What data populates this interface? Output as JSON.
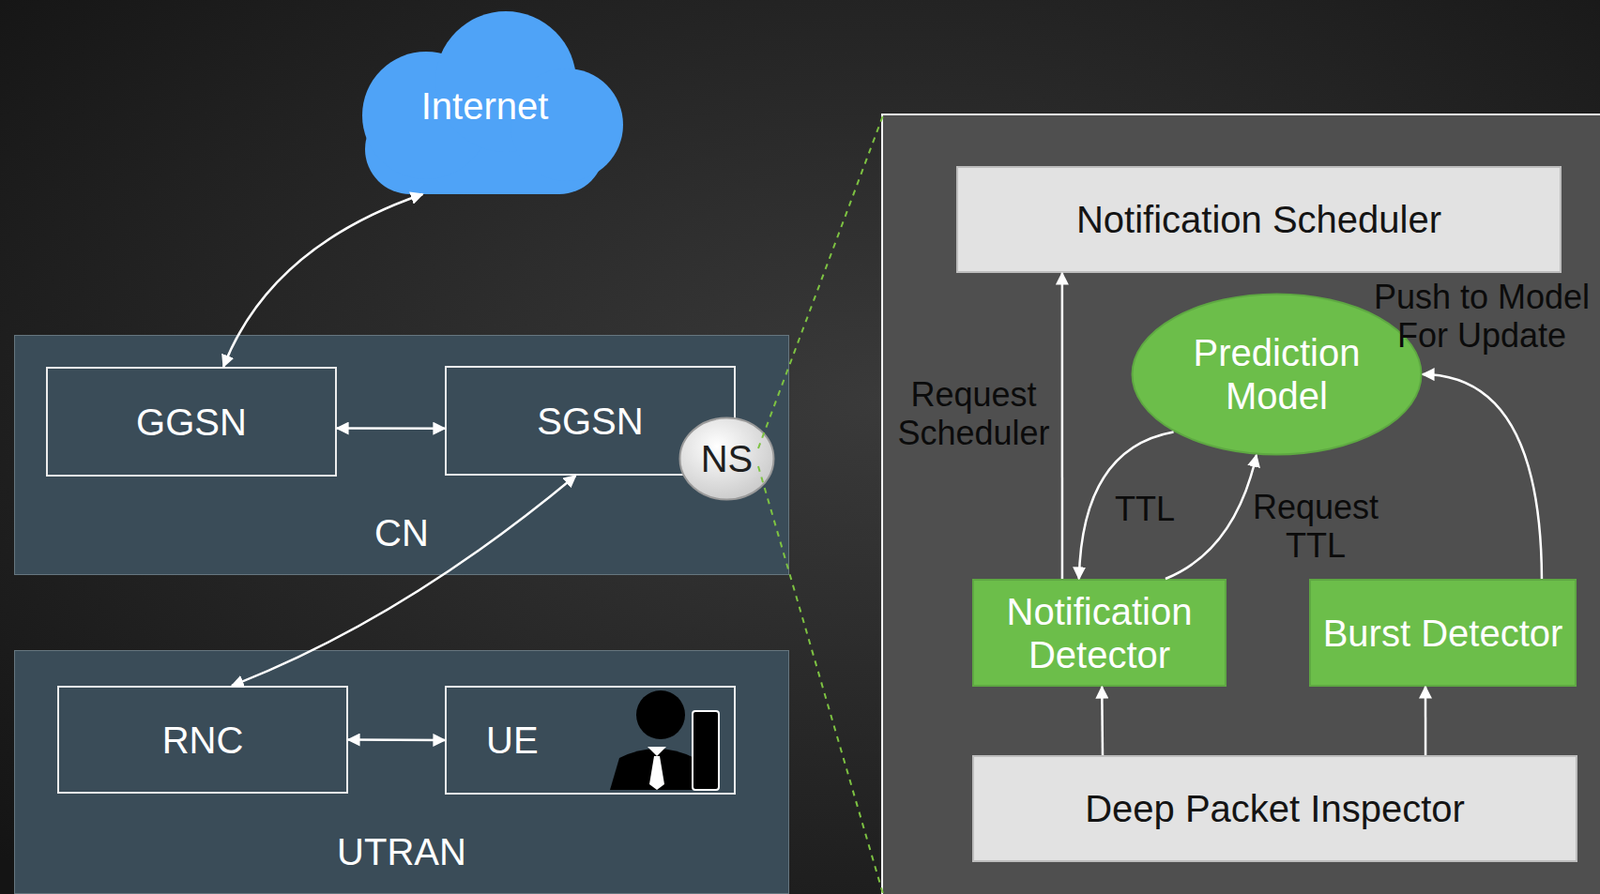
{
  "diagram": {
    "nodes": [
      {
        "text": [
          "Internet"
        ]
      },
      {
        "text": [
          "CN"
        ]
      },
      {
        "text": [
          "GGSN"
        ],
        "in": 1
      },
      {
        "text": [
          "SGSN"
        ],
        "in": 1
      },
      {
        "text": [
          "NS"
        ],
        "in": 1
      },
      {
        "text": [
          "UTRAN"
        ]
      },
      {
        "text": [
          "RNC"
        ],
        "in": 5
      },
      {
        "text": [
          "UE"
        ],
        "in": 5
      },
      {
        "text": [
          "Notification Scheduler"
        ]
      },
      {
        "text": [
          "Prediction Model"
        ]
      },
      {
        "text": [
          "Notification Detector"
        ]
      },
      {
        "text": [
          "Burst Detector"
        ]
      },
      {
        "text": [
          "Deep Packet Inspector"
        ]
      }
    ],
    "edges": [
      {
        "from": 0,
        "to": 2,
        "arrow": "both"
      },
      {
        "from": 2,
        "to": 3,
        "arrow": "both"
      },
      {
        "from": 3,
        "to": 6,
        "arrow": "both"
      },
      {
        "from": 6,
        "to": 7,
        "arrow": "both"
      },
      {
        "from": 10,
        "to": 8,
        "label": "Request Scheduler",
        "arrow": "to"
      },
      {
        "from": 9,
        "to": 10,
        "label": "TTL",
        "arrow": "to"
      },
      {
        "from": 10,
        "to": 9,
        "label": "Request TTL",
        "arrow": "to"
      },
      {
        "from": 11,
        "to": 9,
        "label": "Push to Model For Update",
        "arrow": "to"
      },
      {
        "from": 12,
        "to": 10,
        "arrow": "to"
      },
      {
        "from": 12,
        "to": 11,
        "arrow": "to"
      }
    ]
  }
}
